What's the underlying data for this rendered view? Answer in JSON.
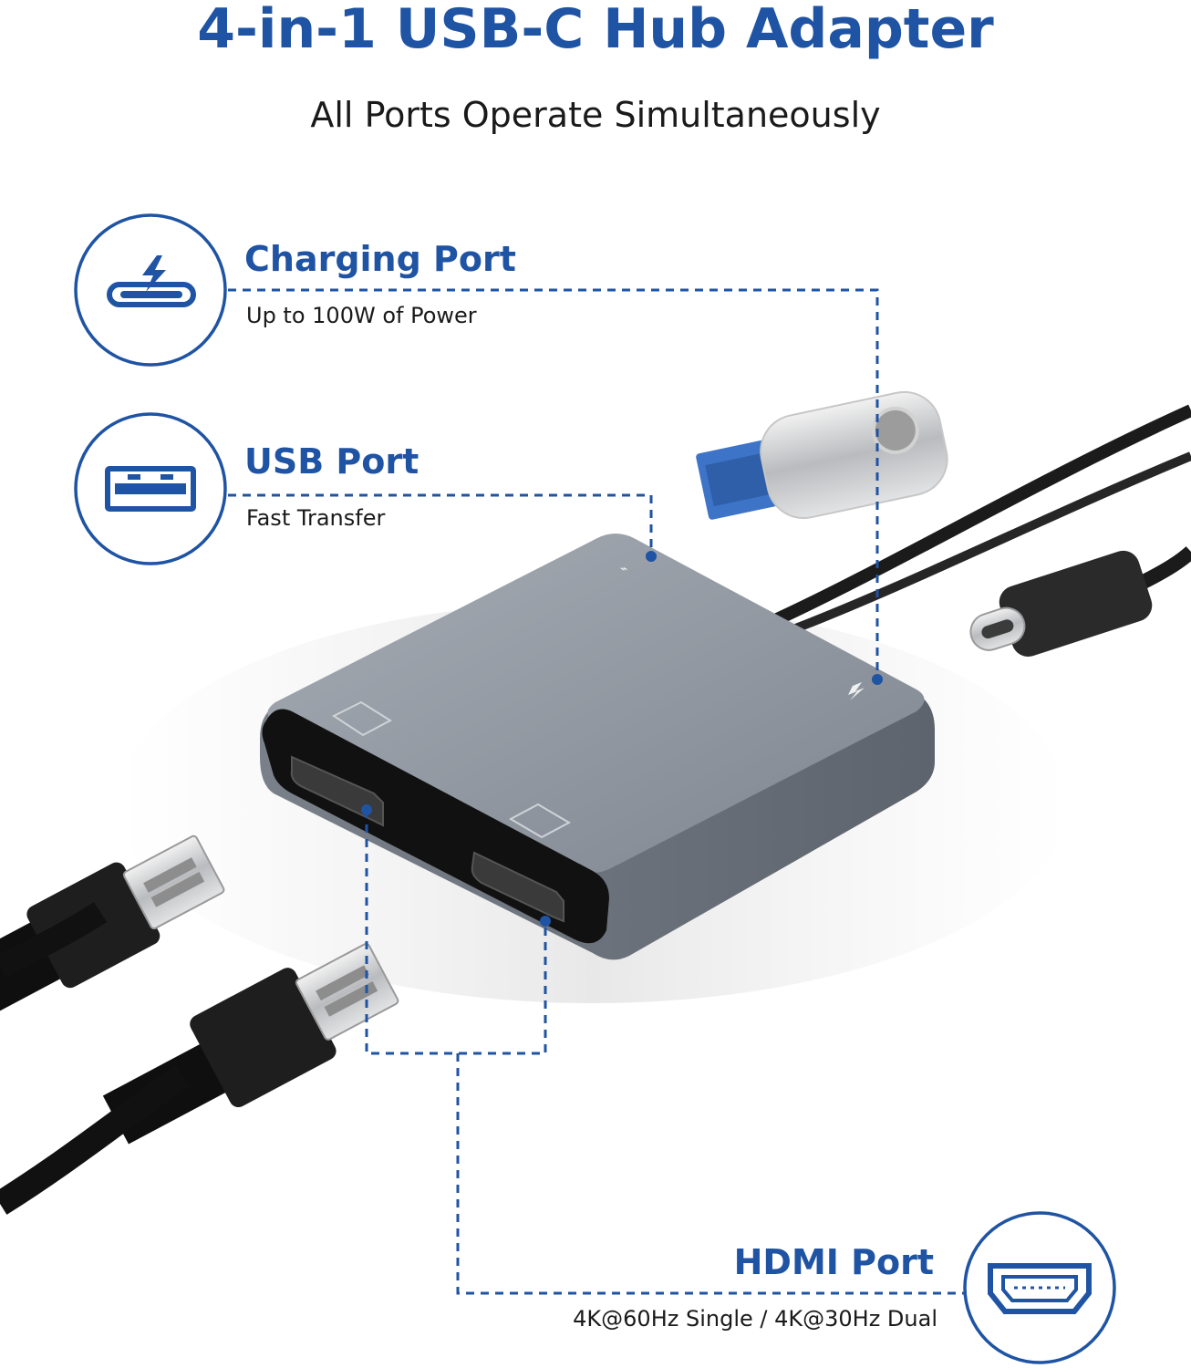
{
  "header": {
    "title": "4-in-1 USB-C Hub Adapter",
    "subtitle": "All Ports Operate Simultaneously"
  },
  "features": {
    "charging": {
      "title": "Charging Port",
      "desc": "Up to 100W of Power",
      "icon": "usb-c-charging-icon"
    },
    "usb": {
      "title": "USB Port",
      "desc": "Fast Transfer",
      "icon": "usb-a-port-icon"
    },
    "hdmi": {
      "title": "HDMI Port",
      "desc": "4K@60Hz Single / 4K@30Hz Dual",
      "icon": "hdmi-port-icon"
    }
  },
  "colors": {
    "accent": "#1f53a3",
    "text": "#1a1a1a",
    "hub": "#8f959e"
  }
}
